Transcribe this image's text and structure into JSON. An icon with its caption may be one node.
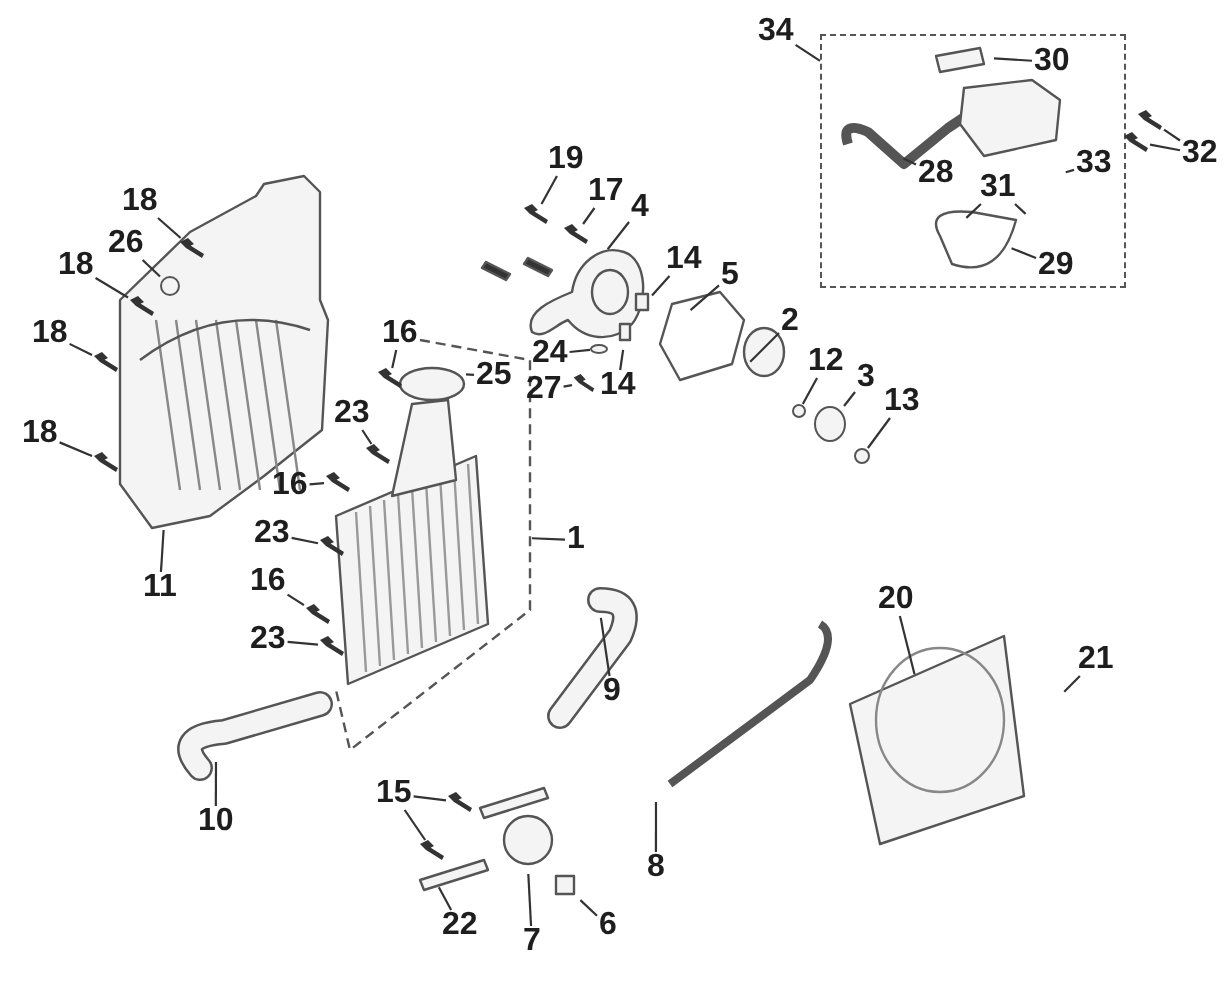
{
  "diagram": {
    "nodes": [
      {
        "text": [
          "34"
        ]
      },
      {
        "text": [],
        "shape": "box"
      },
      {
        "text": [
          "30"
        ],
        "in": 1
      },
      {
        "text": [
          "28"
        ],
        "in": 1
      },
      {
        "text": [
          "33"
        ],
        "in": 1
      },
      {
        "text": [
          "32"
        ]
      },
      {
        "text": [
          "31"
        ],
        "in": 1
      },
      {
        "text": [
          "29"
        ],
        "in": 1
      },
      {
        "text": [
          "19"
        ]
      },
      {
        "text": [
          "17"
        ]
      },
      {
        "text": [
          "4"
        ]
      },
      {
        "text": [
          "14"
        ]
      },
      {
        "text": [
          "18"
        ]
      },
      {
        "text": [
          "26"
        ]
      },
      {
        "text": [
          "5"
        ]
      },
      {
        "text": [
          "18"
        ]
      },
      {
        "text": [
          "2"
        ]
      },
      {
        "text": [
          "18"
        ]
      },
      {
        "text": [
          "16"
        ]
      },
      {
        "text": [
          "12"
        ]
      },
      {
        "text": [
          "24"
        ]
      },
      {
        "text": [
          "25"
        ]
      },
      {
        "text": [
          "3"
        ]
      },
      {
        "text": [
          "27"
        ]
      },
      {
        "text": [
          "14"
        ]
      },
      {
        "text": [
          "13"
        ]
      },
      {
        "text": [
          "23"
        ]
      },
      {
        "text": [
          "18"
        ]
      },
      {
        "text": [
          "16"
        ]
      },
      {
        "text": [
          "1"
        ]
      },
      {
        "text": [
          "23"
        ]
      },
      {
        "text": [
          "11"
        ]
      },
      {
        "text": [
          "16"
        ]
      },
      {
        "text": [
          "20"
        ]
      },
      {
        "text": [
          "23"
        ]
      },
      {
        "text": [
          "21"
        ]
      },
      {
        "text": [
          "9"
        ]
      },
      {
        "text": [
          "15"
        ]
      },
      {
        "text": [
          "10"
        ]
      },
      {
        "text": [
          "8"
        ]
      },
      {
        "text": [
          "22"
        ]
      },
      {
        "text": [
          "6"
        ]
      },
      {
        "text": [
          "7"
        ]
      },
      {
        "text": [],
        "shape": "bolt"
      },
      {
        "text": [],
        "shape": "bolt"
      },
      {
        "text": [],
        "shape": "bolt"
      },
      {
        "text": [],
        "shape": "bolt"
      },
      {
        "text": [],
        "shape": "bolt"
      },
      {
        "text": [],
        "shape": "circle"
      },
      {
        "text": [],
        "shape": "bolt"
      },
      {
        "text": [],
        "shape": "bolt"
      },
      {
        "text": [],
        "shape": "bolt"
      },
      {
        "text": [],
        "shape": "circle"
      },
      {
        "text": [],
        "shape": "circle"
      },
      {
        "text": [],
        "shape": "bolt"
      },
      {
        "text": [],
        "shape": "bolt"
      },
      {
        "text": [],
        "shape": "bolt"
      },
      {
        "text": [],
        "shape": "bolt"
      },
      {
        "text": [],
        "shape": "bolt"
      },
      {
        "text": [],
        "shape": "bolt"
      },
      {
        "text": [],
        "shape": "bolt"
      },
      {
        "text": [],
        "shape": "bolt"
      },
      {
        "text": [],
        "shape": "bolt"
      },
      {
        "text": [],
        "shape": "circle"
      },
      {
        "text": [],
        "shape": "circle"
      }
    ],
    "edges": [
      {
        "from": 0,
        "to": 1,
        "arrow": "none"
      },
      {
        "from": 2,
        "to": null,
        "arrow": "none"
      },
      {
        "from": 3,
        "to": null,
        "arrow": "none"
      },
      {
        "from": 4,
        "to": null,
        "arrow": "none"
      },
      {
        "from": 5,
        "to": 43,
        "arrow": "none"
      },
      {
        "from": 5,
        "to": 44,
        "arrow": "none"
      },
      {
        "from": 6,
        "to": null,
        "arrow": "none"
      },
      {
        "from": 6,
        "to": null,
        "arrow": "none"
      },
      {
        "from": 7,
        "to": null,
        "arrow": "none"
      },
      {
        "from": 8,
        "to": 45,
        "arrow": "none"
      },
      {
        "from": 9,
        "to": 46,
        "arrow": "none"
      },
      {
        "from": 10,
        "to": null,
        "arrow": "none"
      },
      {
        "from": 11,
        "to": null,
        "arrow": "none"
      },
      {
        "from": 12,
        "to": 47,
        "arrow": "none"
      },
      {
        "from": 13,
        "to": 48,
        "arrow": "none"
      },
      {
        "from": 14,
        "to": null,
        "arrow": "none"
      },
      {
        "from": 15,
        "to": 49,
        "arrow": "none"
      },
      {
        "from": 16,
        "to": null,
        "arrow": "none"
      },
      {
        "from": 17,
        "to": 50,
        "arrow": "none"
      },
      {
        "from": 18,
        "to": 51,
        "arrow": "none"
      },
      {
        "from": 19,
        "to": 52,
        "arrow": "none"
      },
      {
        "from": 20,
        "to": 53,
        "arrow": "none"
      },
      {
        "from": 21,
        "to": null,
        "arrow": "none"
      },
      {
        "from": 22,
        "to": 64,
        "arrow": "none"
      },
      {
        "from": 23,
        "to": 54,
        "arrow": "none"
      },
      {
        "from": 24,
        "to": null,
        "arrow": "none"
      },
      {
        "from": 25,
        "to": 63,
        "arrow": "none"
      },
      {
        "from": 26,
        "to": 55,
        "arrow": "none"
      },
      {
        "from": 27,
        "to": 56,
        "arrow": "none"
      },
      {
        "from": 28,
        "to": 57,
        "arrow": "none"
      },
      {
        "from": 29,
        "to": null,
        "arrow": "none"
      },
      {
        "from": 30,
        "to": 58,
        "arrow": "none"
      },
      {
        "from": 31,
        "to": null,
        "arrow": "none"
      },
      {
        "from": 32,
        "to": 59,
        "arrow": "none"
      },
      {
        "from": 33,
        "to": null,
        "arrow": "none"
      },
      {
        "from": 34,
        "to": 60,
        "arrow": "none"
      },
      {
        "from": 35,
        "to": null,
        "arrow": "none"
      },
      {
        "from": 36,
        "to": null,
        "arrow": "none"
      },
      {
        "from": 37,
        "to": 61,
        "arrow": "none"
      },
      {
        "from": 37,
        "to": 62,
        "arrow": "none"
      },
      {
        "from": 38,
        "to": null,
        "arrow": "none"
      },
      {
        "from": 39,
        "to": null,
        "arrow": "none"
      },
      {
        "from": 40,
        "to": null,
        "arrow": "none"
      },
      {
        "from": 41,
        "to": null,
        "arrow": "none"
      },
      {
        "from": 42,
        "to": null,
        "arrow": "none"
      }
    ]
  }
}
